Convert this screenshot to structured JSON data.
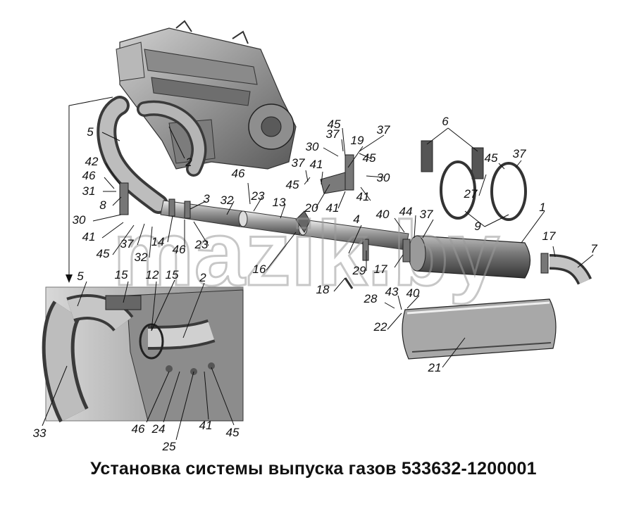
{
  "caption": "Установка системы выпуска газов 533632-1200001",
  "watermark": "mazik.by",
  "callouts": [
    "5",
    "2",
    "42",
    "46",
    "31",
    "8",
    "30",
    "41",
    "45",
    "37",
    "32",
    "14",
    "3",
    "46",
    "23",
    "32",
    "23",
    "13",
    "46",
    "37",
    "45",
    "41",
    "30",
    "37",
    "45",
    "19",
    "37",
    "45",
    "20",
    "41",
    "41",
    "30",
    "4",
    "16",
    "40",
    "44",
    "37",
    "29",
    "17",
    "18",
    "28",
    "43",
    "40",
    "22",
    "6",
    "45",
    "37",
    "27",
    "9",
    "1",
    "17",
    "7",
    "21",
    "5",
    "15",
    "12",
    "15",
    "2",
    "33",
    "46",
    "24",
    "25",
    "41",
    "45"
  ],
  "colors": {
    "ink": "#111111",
    "metal_dark": "#555555",
    "metal_light": "#c9c9c9",
    "watermark": "#9a9a9a"
  }
}
